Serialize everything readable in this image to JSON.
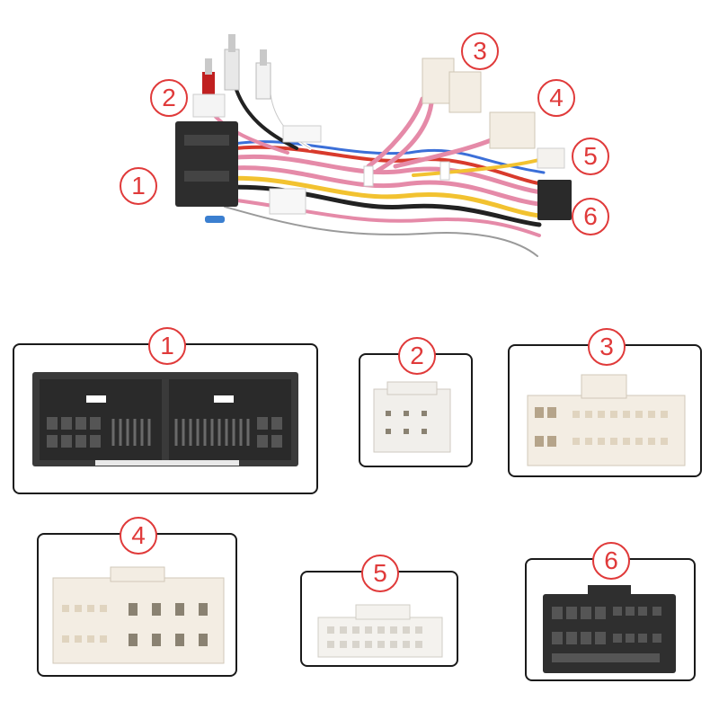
{
  "harness_callouts": [
    {
      "label": "1"
    },
    {
      "label": "2"
    },
    {
      "label": "3"
    },
    {
      "label": "4"
    },
    {
      "label": "5"
    },
    {
      "label": "6"
    }
  ],
  "connector_panels": [
    {
      "label": "1",
      "color": "#3a3a3a"
    },
    {
      "label": "2",
      "color": "#f1efeb"
    },
    {
      "label": "3",
      "color": "#f3ede3"
    },
    {
      "label": "4",
      "color": "#f3ede3"
    },
    {
      "label": "5",
      "color": "#f4f2ee"
    },
    {
      "label": "6",
      "color": "#2f2f2f"
    }
  ],
  "colors": {
    "accent_red": "#e03a3a",
    "frame": "#1a1a1a",
    "wire_pink": "#e58aa8",
    "wire_yellow": "#f2c230",
    "wire_black": "#222222",
    "wire_red": "#d83a2c",
    "wire_blue": "#3b6fd8"
  }
}
